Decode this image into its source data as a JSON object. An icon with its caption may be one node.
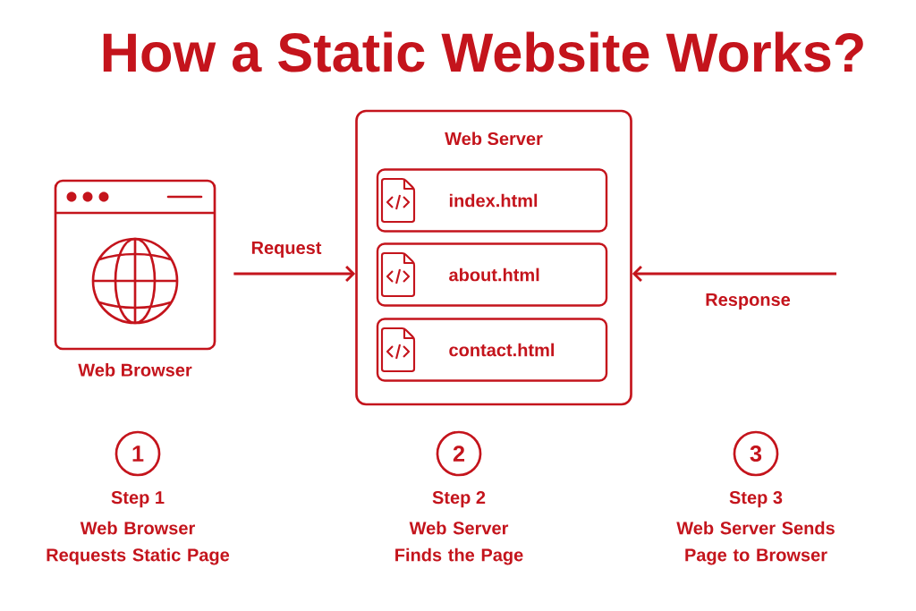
{
  "diagram": {
    "title": "How a Static Website Works?",
    "nodes": [
      {
        "text": [
          "Web Browser"
        ]
      },
      {
        "text": [
          "Web Server"
        ]
      },
      {
        "text": [
          "index.html"
        ],
        "in": 1
      },
      {
        "text": [
          "about.html"
        ],
        "in": 1
      },
      {
        "text": [
          "contact.html"
        ],
        "in": 1
      },
      {
        "text": [
          "1"
        ],
        "beside": [
          "Step 1",
          "Web Browser Requests Static Page"
        ]
      },
      {
        "text": [
          "2"
        ],
        "beside": [
          "Step 2",
          "Web Server Finds the Page"
        ]
      },
      {
        "text": [
          "3"
        ],
        "beside": [
          "Step 3",
          "Web Server Sends Page to Browser"
        ]
      }
    ],
    "edges": [
      {
        "from": 0,
        "to": 1,
        "arrow": "to",
        "label": "Request"
      },
      {
        "from": null,
        "to": 1,
        "arrow": "to",
        "label": "Response"
      }
    ]
  }
}
